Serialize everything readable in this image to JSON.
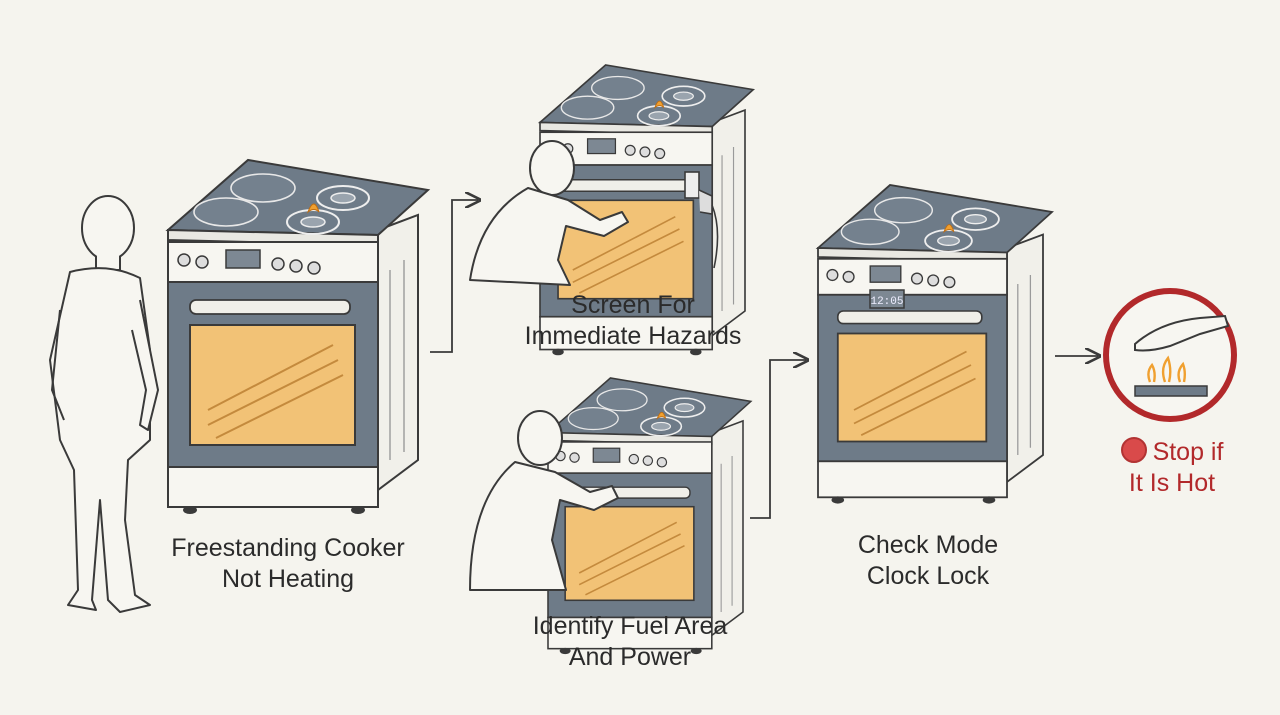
{
  "steps": [
    {
      "line1": "Freestanding Cooker",
      "line2": "Not Heating"
    },
    {
      "line1": "Screen For",
      "line2": "Immediate Hazards"
    },
    {
      "line1": "Identify Fuel Area",
      "line2": "And Power"
    },
    {
      "line1": "Check Mode",
      "line2": "Clock Lock"
    }
  ],
  "warning": {
    "line1": "Stop if",
    "line2": "It Is Hot"
  },
  "display_text": "12:05",
  "colors": {
    "background": "#f5f4ee",
    "outline": "#3a3a3a",
    "hob": "#6e7b88",
    "oven_glow": "#f2c276",
    "flame": "#f0a030",
    "warning_red": "#b2292b",
    "body": "#f7f6f1"
  }
}
